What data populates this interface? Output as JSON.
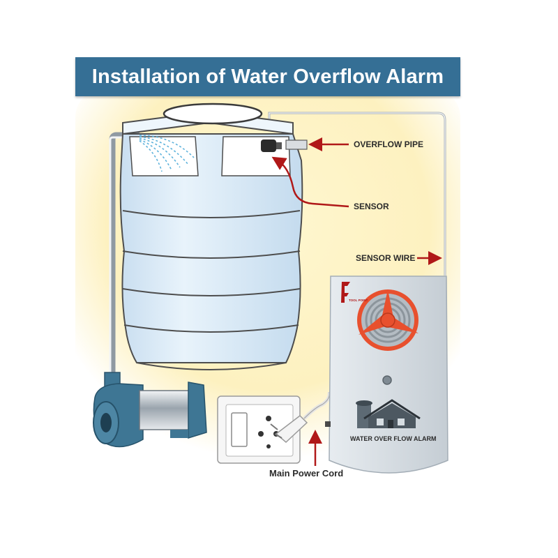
{
  "title": "Installation of Water Overflow Alarm",
  "labels": {
    "overflow_pipe": "OVERFLOW PIPE",
    "sensor": "SENSOR",
    "sensor_wire": "SENSOR WIRE",
    "main_power_cord": "Main Power Cord"
  },
  "device": {
    "name": "WATER OVER FLOW ALARM",
    "brand": "TOOL POINT"
  },
  "colors": {
    "banner": "#356f95",
    "glow": "#fdf3c4",
    "tank": "#dcecf8",
    "tank_outline": "#4d4d4d",
    "arrow": "#b01818",
    "pump": "#3e7694",
    "siren": "#e8502e",
    "device": "#cfd6dc"
  }
}
